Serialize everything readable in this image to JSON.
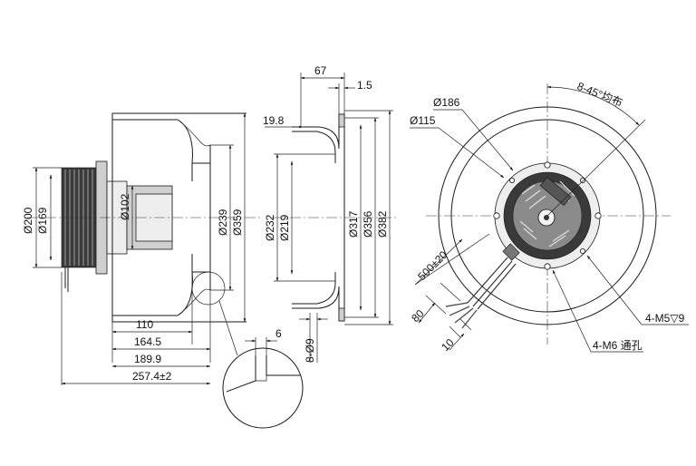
{
  "side_view": {
    "dims_vertical": [
      "Ø200",
      "Ø169",
      "Ø102",
      "Ø239",
      "Ø359"
    ],
    "dims_horizontal": [
      "110",
      "164.5",
      "189.9",
      "257.4±2"
    ],
    "detail_dim": "6"
  },
  "section_view": {
    "top_dims": [
      "67",
      "1.5",
      "19.8"
    ],
    "dims_vertical": [
      "Ø232",
      "Ø219",
      "Ø317",
      "Ø356",
      "Ø382"
    ],
    "hole_dim": "8-Ø9"
  },
  "front_view": {
    "angle_note": "8-45°均布",
    "circle_dims": [
      "Ø186",
      "Ø115"
    ],
    "cable_dims": [
      "500±20",
      "80",
      "10"
    ],
    "hole_notes": [
      "4-M5▽9",
      "4-M6 通孔"
    ]
  }
}
